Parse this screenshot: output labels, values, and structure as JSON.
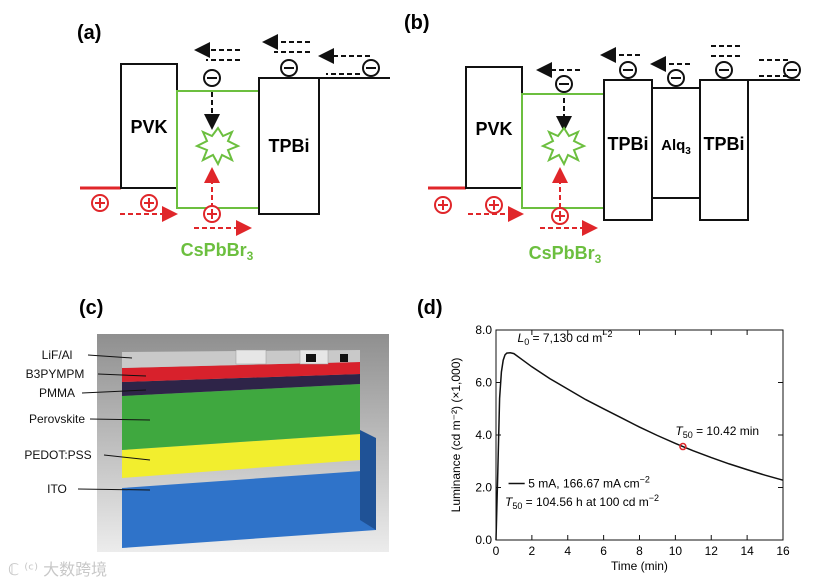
{
  "panels": {
    "a": {
      "label": "(a)",
      "layers": [
        "PVK",
        "CsPbBr3",
        "TPBi"
      ],
      "electron_symbol": "⊖",
      "hole_symbol": "⊕",
      "emitter_label_main": "CsPbBr",
      "emitter_label_sub": "3"
    },
    "b": {
      "label": "(b)",
      "layers": [
        "PVK",
        "CsPbBr3",
        "TPBi",
        "Alq3",
        "TPBi"
      ],
      "alq_main": "Alq",
      "alq_sub": "3",
      "emitter_label_main": "CsPbBr",
      "emitter_label_sub": "3"
    },
    "c": {
      "label": "(c)",
      "layers": [
        "LiF/Al",
        "B3PYMPM",
        "PMMA",
        "Perovskite",
        "PEDOT:PSS",
        "ITO"
      ]
    },
    "d": {
      "label": "(d)"
    }
  },
  "colors": {
    "green": "#6cbf3f",
    "red": "#e0262a",
    "black": "#111111",
    "layer_lif": "#c9c9c9",
    "layer_b3pympm": "#d8212c",
    "layer_pmma": "#2e2448",
    "layer_perovskite": "#3fa83f",
    "layer_pedot": "#f2ee2e",
    "layer_ito": "#2f73c9"
  },
  "chart_data": {
    "type": "line",
    "xlabel": "Time (min)",
    "ylabel": "Luminance (cd m⁻²) (×1,000)",
    "xlim": [
      0,
      16
    ],
    "ylim": [
      0,
      8
    ],
    "x_ticks": [
      0,
      2,
      4,
      6,
      8,
      10,
      12,
      14,
      16
    ],
    "y_ticks": [
      "0.0",
      "2.0",
      "4.0",
      "6.0",
      "8.0"
    ],
    "series": [
      {
        "x": [
          0,
          0.1,
          0.2,
          0.3,
          0.4,
          0.5,
          0.6,
          0.8,
          1.0,
          1.5,
          2,
          3,
          4,
          5,
          6,
          7,
          8,
          9,
          10,
          10.42,
          11,
          12,
          13,
          14,
          15,
          16
        ],
        "y": [
          0.0,
          2.6,
          5.4,
          6.4,
          6.85,
          7.05,
          7.12,
          7.13,
          7.1,
          6.85,
          6.6,
          6.15,
          5.75,
          5.35,
          5.0,
          4.65,
          4.3,
          3.98,
          3.68,
          3.56,
          3.4,
          3.14,
          2.9,
          2.68,
          2.47,
          2.28
        ]
      }
    ],
    "marker": {
      "x": 10.42,
      "y": 3.56
    },
    "annotations": {
      "l0_sym": "L",
      "l0_sub": "0",
      "l0_value": " = 7,130 cd m",
      "l0_exp": "−2",
      "t50_sym": "T",
      "t50_sub": "50",
      "t50_value": " = 10.42 min",
      "legend_text": "5 mA, 166.67 mA cm",
      "legend_exp": "−2",
      "t50_line2": " = 104.56 h at 100 cd m",
      "t50_line2_exp": "−2"
    }
  }
}
